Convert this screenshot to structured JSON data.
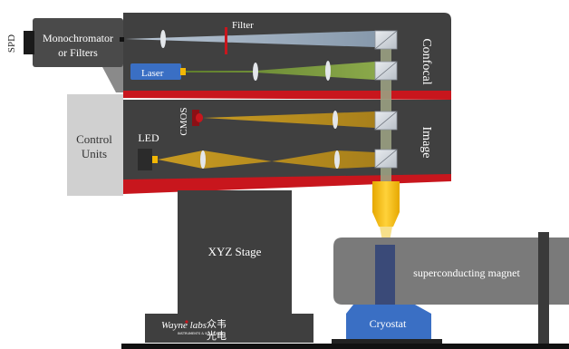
{
  "labels": {
    "spd": "SPD",
    "monochromator_line1": "Monochromator",
    "monochromator_line2": "or Filters",
    "filter": "Filter",
    "laser": "Laser",
    "confocal": "Confocal",
    "cmos": "CMOS",
    "led": "LED",
    "image": "Image",
    "control_units_line1": "Control",
    "control_units_line2": "Units",
    "xyz_stage": "XYZ Stage",
    "superconducting_magnet": "superconducting magnet",
    "cryostat": "Cryostat",
    "logo_text": "Wayne labs",
    "logo_subtext": "INSTRUMENTS & SOLUTIONS",
    "logo_cn_line1": "众韦",
    "logo_cn_line2": "光电"
  },
  "colors": {
    "module_dark": "#3f3f3f",
    "module_light": "#6a6a6a",
    "red_accent": "#c8161d",
    "detection_beam": "#9fb3c8",
    "laser_beam": "#6f8f3a",
    "led_beam": "#b48a1e",
    "laser_box": "#3a6fc4",
    "cryostat": "#3a6fc4",
    "objective": "#f2b705",
    "magnet": "#7a7a7a",
    "control_units": "#d0d0d0"
  },
  "icons": {
    "beam_splitter": "beam-splitter-cube",
    "lens": "convex-lens",
    "led": "led-source",
    "laser": "laser-source",
    "objective": "microscope-objective"
  }
}
